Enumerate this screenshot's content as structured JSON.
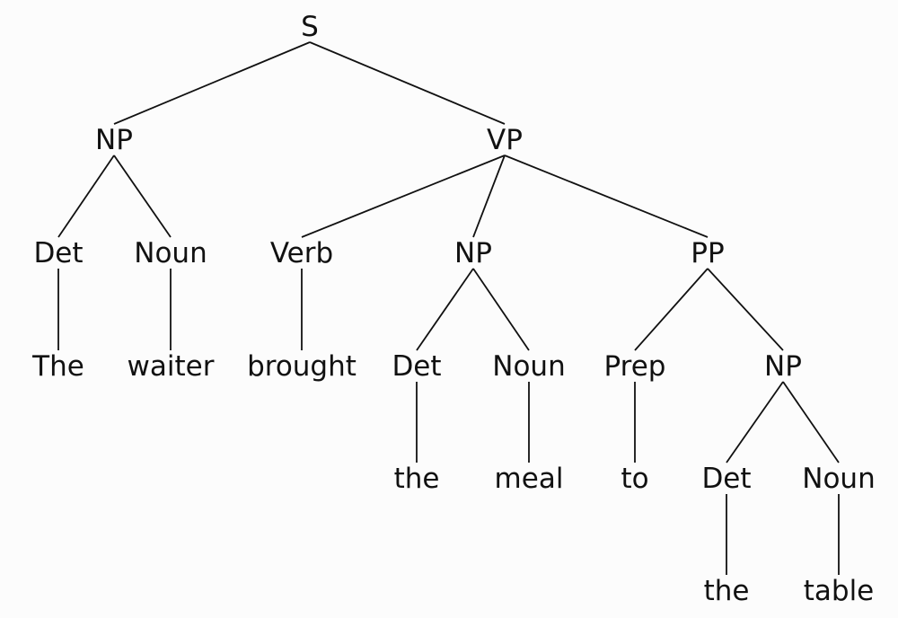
{
  "tree": {
    "root": {
      "id": "s",
      "label": "S",
      "children": [
        {
          "id": "np-subject",
          "label": "NP",
          "children": [
            {
              "id": "det-1",
              "label": "Det",
              "children": [
                {
                  "id": "word-the-1",
                  "label": "The",
                  "children": []
                }
              ]
            },
            {
              "id": "noun-1",
              "label": "Noun",
              "children": [
                {
                  "id": "word-waiter",
                  "label": "waiter",
                  "children": []
                }
              ]
            }
          ]
        },
        {
          "id": "vp",
          "label": "VP",
          "children": [
            {
              "id": "verb",
              "label": "Verb",
              "children": [
                {
                  "id": "word-brought",
                  "label": "brought",
                  "children": []
                }
              ]
            },
            {
              "id": "np-object",
              "label": "NP",
              "children": [
                {
                  "id": "det-2",
                  "label": "Det",
                  "children": [
                    {
                      "id": "word-the-2",
                      "label": "the",
                      "children": []
                    }
                  ]
                },
                {
                  "id": "noun-2",
                  "label": "Noun",
                  "children": [
                    {
                      "id": "word-meal",
                      "label": "meal",
                      "children": []
                    }
                  ]
                }
              ]
            },
            {
              "id": "pp",
              "label": "PP",
              "children": [
                {
                  "id": "prep",
                  "label": "Prep",
                  "children": [
                    {
                      "id": "word-to",
                      "label": "to",
                      "children": []
                    }
                  ]
                },
                {
                  "id": "np-pp",
                  "label": "NP",
                  "children": [
                    {
                      "id": "det-3",
                      "label": "Det",
                      "children": [
                        {
                          "id": "word-the-3",
                          "label": "the",
                          "children": []
                        }
                      ]
                    },
                    {
                      "id": "noun-3",
                      "label": "Noun",
                      "children": [
                        {
                          "id": "word-table",
                          "label": "table",
                          "children": []
                        }
                      ]
                    }
                  ]
                }
              ]
            }
          ]
        }
      ]
    }
  }
}
